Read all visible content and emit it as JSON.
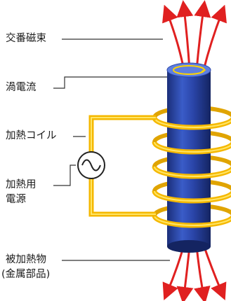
{
  "labels": {
    "alternating_flux": "交番磁束",
    "eddy_current": "渦電流",
    "heating_coil": "加熱コイル",
    "power_source_line1": "加熱用",
    "power_source_line2": "電源",
    "workpiece_line1": "被加熱物",
    "workpiece_line2": "(金属部品)"
  },
  "colors": {
    "flux_arrow": "#e02020",
    "coil": "#f5b800",
    "coil_highlight": "#ffe566",
    "cylinder_body": "#2a45a8",
    "cylinder_top": "#5e7fe0",
    "leader_line": "#333333"
  },
  "icons": {
    "power_source": "ac-source-symbol"
  }
}
